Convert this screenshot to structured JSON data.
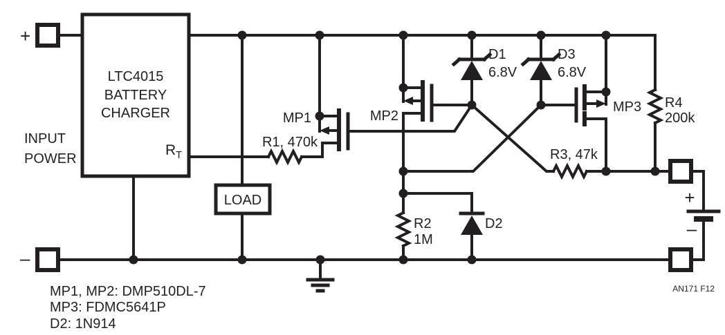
{
  "diagram": {
    "colors": {
      "ink": "#231f20",
      "background": "#ffffff"
    },
    "input": {
      "plus_sign": "+",
      "minus_sign": "–",
      "label_line1": "INPUT",
      "label_line2": "POWER"
    },
    "chip": {
      "line1": "LTC4015",
      "line2": "BATTERY",
      "line3": "CHARGER",
      "rt_pin_main": "R",
      "rt_pin_sub": "T"
    },
    "load": {
      "label": "LOAD"
    },
    "components": {
      "mp1_label": "MP1",
      "mp2_label": "MP2",
      "mp3_label": "MP3",
      "r1_label": "R1, 470k",
      "r2_name": "R2",
      "r2_value": "1M",
      "r3_label": "R3, 47k",
      "r4_name": "R4",
      "r4_value": "200k",
      "d1_name": "D1",
      "d1_value": "6.8V",
      "d3_name": "D3",
      "d3_value": "6.8V",
      "d2_name": "D2"
    },
    "battery": {
      "plus_sign": "+",
      "minus_sign": "–"
    },
    "notes": [
      "MP1, MP2: DMP510DL-7",
      "MP3: FDMC5641P",
      "D2: 1N914"
    ],
    "figure_ref": "AN171 F12"
  }
}
